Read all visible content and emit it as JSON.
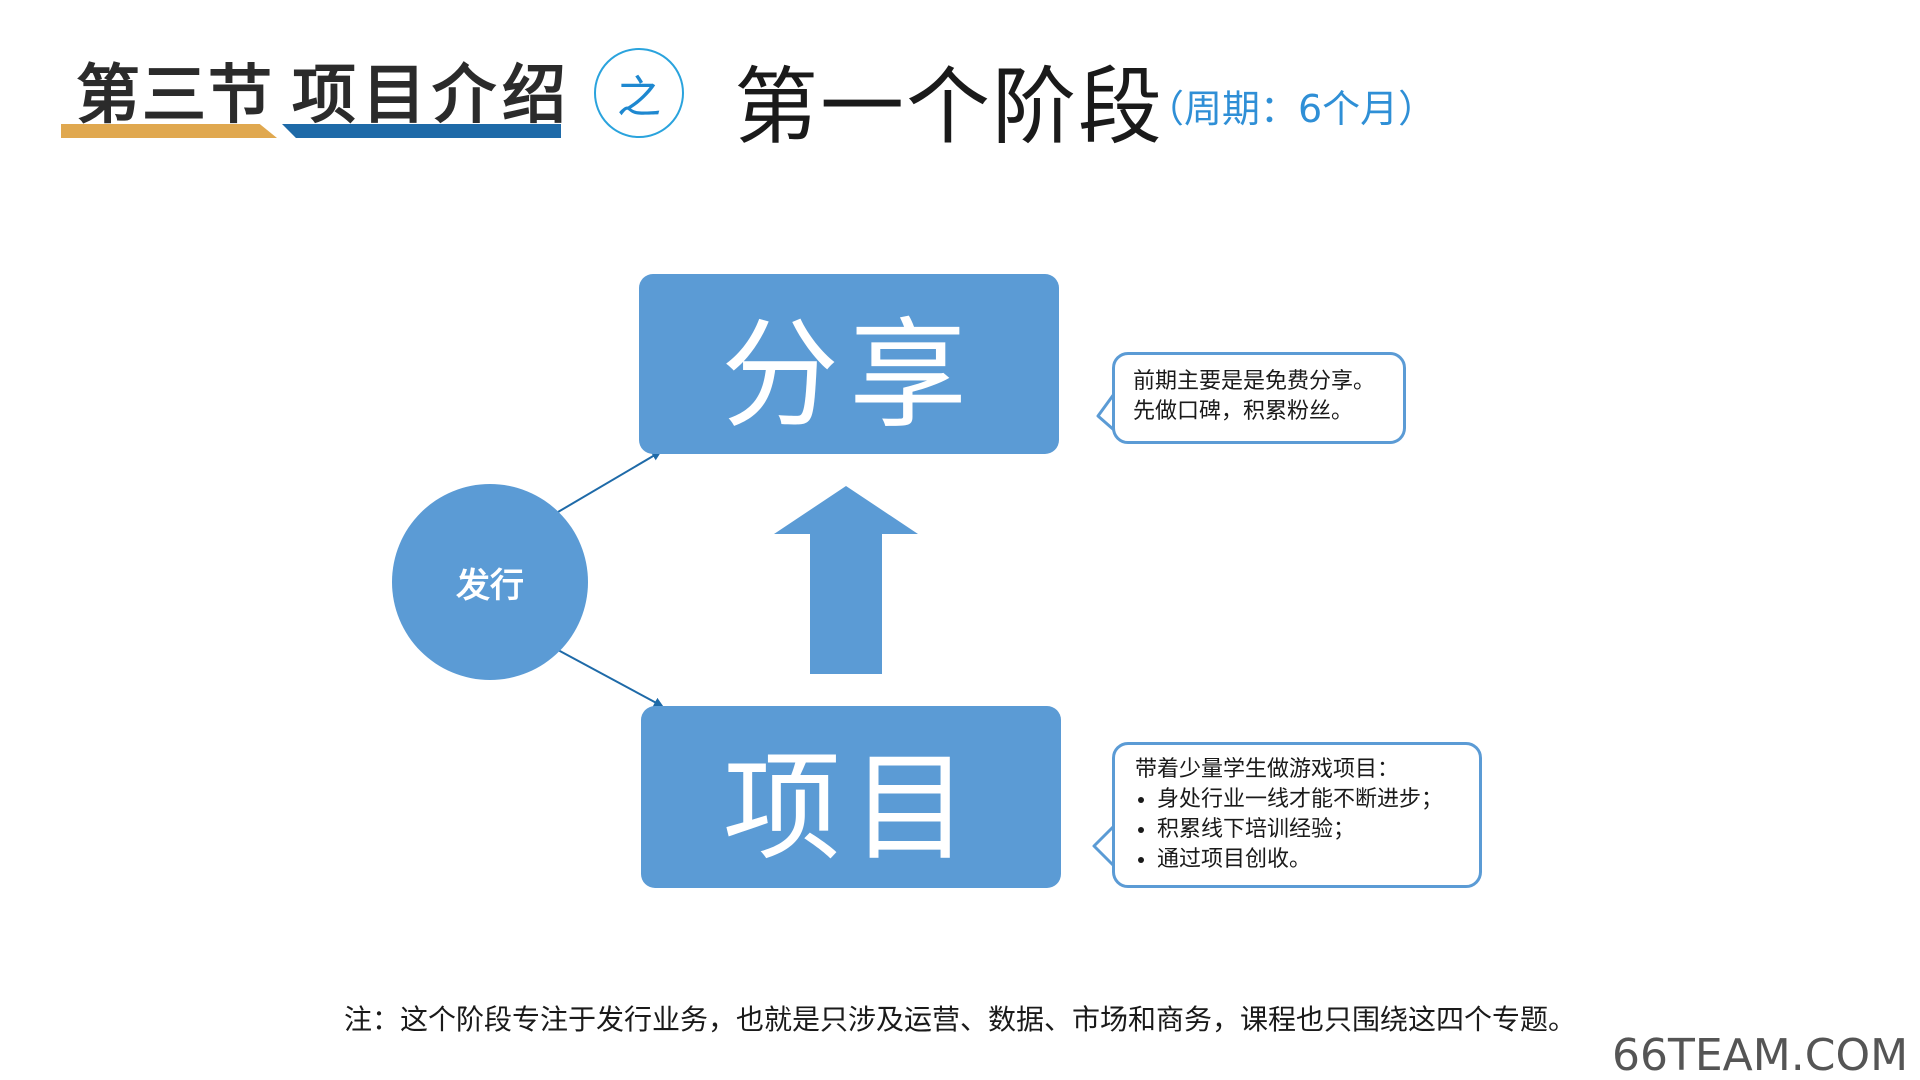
{
  "header": {
    "section_number": "第三节",
    "section_title": "项目介绍",
    "badge_char": "之",
    "stage_title": "第一个阶段",
    "period": "（周期：6个月）"
  },
  "diagram": {
    "top_box_label": "分享",
    "bottom_box_label": "项目",
    "circle_label": "发行"
  },
  "callouts": {
    "share": {
      "lines": [
        "前期主要是是免费分享。",
        "先做口碑，积累粉丝。"
      ]
    },
    "project": {
      "heading": "带着少量学生做游戏项目：",
      "bullets": [
        "身处行业一线才能不断进步；",
        "积累线下培训经验；",
        "通过项目创收。"
      ]
    }
  },
  "footer": {
    "note": "注：这个阶段专注于发行业务，也就是只涉及运营、数据、市场和商务，课程也只围绕这四个专题。",
    "watermark": "66TEAM.COM"
  },
  "colors": {
    "box_fill": "#5b9bd5",
    "accent_orange": "#e0a84f",
    "accent_blue": "#1e6aa8",
    "period_text": "#2f8fd6",
    "connector": "#1e6aa8"
  }
}
